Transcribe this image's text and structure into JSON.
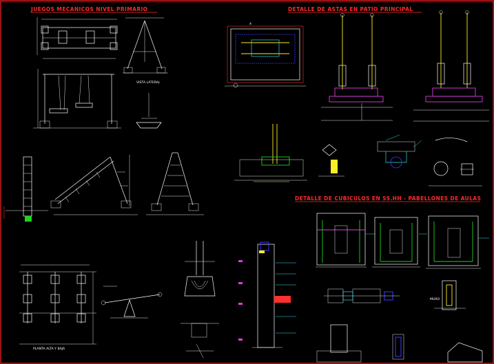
{
  "frame_color": "#ff2020",
  "colors": {
    "background": "#000000",
    "title": "#ff2a2a",
    "lines": "#ffffff",
    "green": "#21d321",
    "magenta": "#e03ce0",
    "blue": "#3b3bff",
    "yellow": "#ffee22",
    "cyan": "#2fe0f0"
  },
  "titles": {
    "playground": "JUEGOS MECANICOS NIVEL PRIMARIO",
    "flagpoles": "DETALLE DE ASTAS EN PATIO PRINCIPAL",
    "cubicles": "DETALLE DE CUBICULOS EN SS.HH - PABELLONES DE AULAS"
  },
  "labels": {
    "side_view": "VISTA LATERAL",
    "plan_view": "PLANTA ALTA Y BAJA",
    "wall": "MURO",
    "section_mark": "A"
  }
}
